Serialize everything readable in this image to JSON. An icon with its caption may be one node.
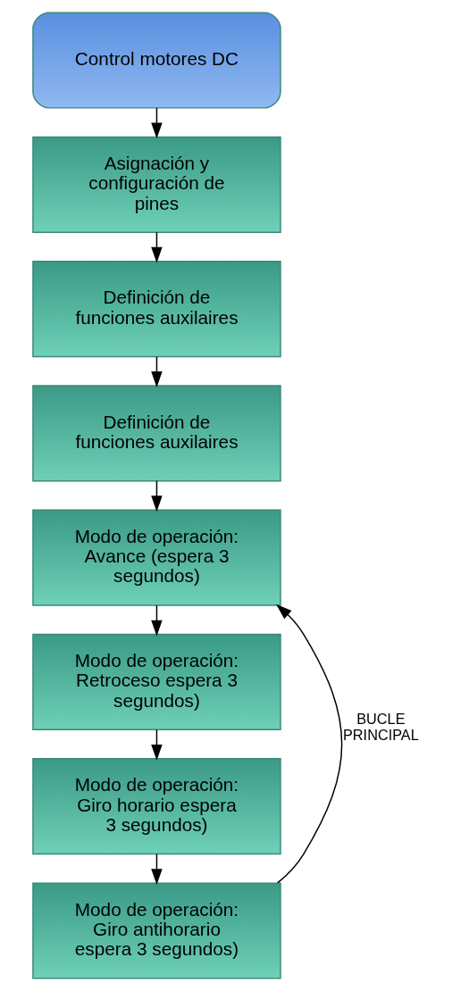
{
  "diagram": {
    "nodes": [
      {
        "text": [
          "Control motores DC"
        ]
      },
      {
        "text": [
          "Asignación y configuración de pines"
        ]
      },
      {
        "text": [
          "Definición de funciones auxilaires"
        ]
      },
      {
        "text": [
          "Definición de funciones auxilaires"
        ]
      },
      {
        "text": [
          "Modo de operación: Avance (espera 3 segundos)"
        ]
      },
      {
        "text": [
          "Modo de operación: Retroceso espera 3 segundos)"
        ]
      },
      {
        "text": [
          "Modo de operación: Giro horario espera 3 segundos)"
        ]
      },
      {
        "text": [
          "Modo de operación: Giro antihorario espera 3 segundos)"
        ]
      }
    ],
    "edges": [
      {
        "from": 0,
        "to": 1,
        "arrow": "to"
      },
      {
        "from": 1,
        "to": 2,
        "arrow": "to"
      },
      {
        "from": 2,
        "to": 3,
        "arrow": "to"
      },
      {
        "from": 3,
        "to": 4,
        "arrow": "to"
      },
      {
        "from": 4,
        "to": 5,
        "arrow": "to"
      },
      {
        "from": 5,
        "to": 6,
        "arrow": "to"
      },
      {
        "from": 6,
        "to": 7,
        "arrow": "to"
      },
      {
        "from": 7,
        "to": 4,
        "arrow": "to",
        "label": "BUCLE PRINCIPAL"
      }
    ]
  }
}
